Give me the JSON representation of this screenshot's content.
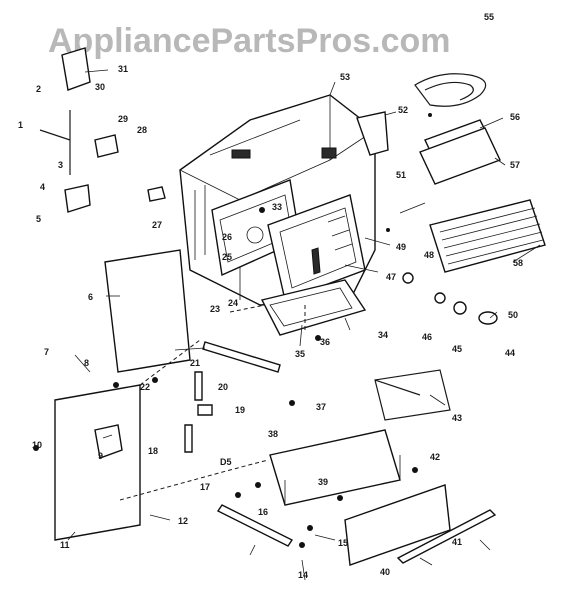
{
  "watermark": "AppliancePartsPros.com",
  "section_marker": "D5",
  "labels": [
    "1",
    "2",
    "3",
    "4",
    "5",
    "6",
    "7",
    "8",
    "9",
    "10",
    "11",
    "12",
    "14",
    "15",
    "16",
    "17",
    "18",
    "19",
    "20",
    "21",
    "22",
    "23",
    "24",
    "25",
    "26",
    "27",
    "28",
    "29",
    "30",
    "31",
    "33",
    "34",
    "35",
    "36",
    "37",
    "38",
    "39",
    "40",
    "41",
    "42",
    "43",
    "44",
    "45",
    "46",
    "47",
    "48",
    "49",
    "50",
    "51",
    "52",
    "53",
    "55",
    "56",
    "57",
    "58"
  ]
}
